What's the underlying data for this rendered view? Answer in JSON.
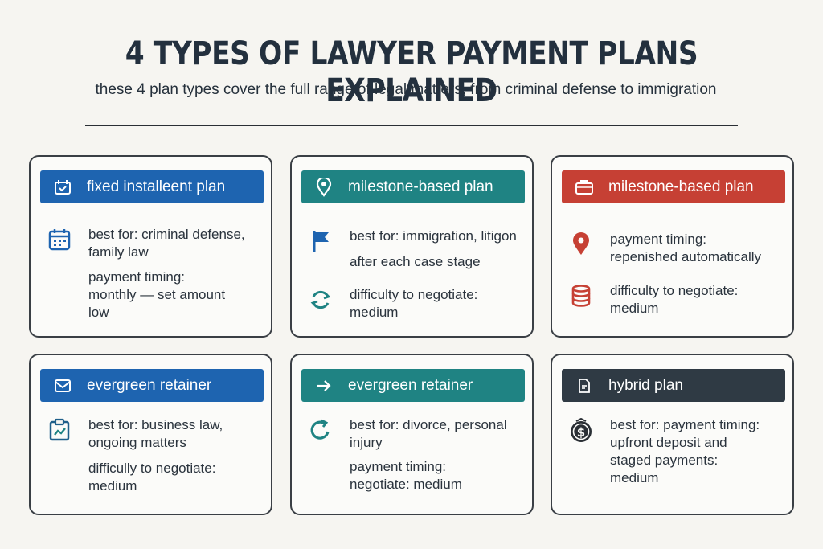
{
  "header": {
    "title": "4 TYPES OF LAWYER PAYMENT PLANS EXPLAINED",
    "subtitle": "these 4 plan types cover the full range of legal matters, from criminal defense to immigration"
  },
  "colors": {
    "blue": "#1e64b0",
    "teal": "#1f8383",
    "red": "#c64034",
    "slate": "#2f3a44"
  },
  "cards": [
    {
      "title": "fixed installeent plan",
      "title_icon": "calendar-check-icon",
      "rows": [
        {
          "icon": "calendar-grid-icon",
          "lines": [
            "best for: criminal defense,",
            "family law"
          ]
        },
        {
          "icon": "",
          "lines": [
            "payment timing:",
            "monthly — set amount",
            "low"
          ]
        }
      ]
    },
    {
      "title": "milestone-based plan",
      "title_icon": "map-pin-icon",
      "rows": [
        {
          "icon": "flag-icon",
          "lines": [
            "best for: immigration, litigon"
          ]
        },
        {
          "icon": "",
          "lines": [
            "after each case stage"
          ]
        },
        {
          "icon": "refresh-icon",
          "lines": [
            "difficulty to negotiate:",
            "medium"
          ]
        }
      ]
    },
    {
      "title": "milestone-based plan",
      "title_icon": "briefcase-icon",
      "rows": [
        {
          "icon": "map-pin-icon",
          "lines": [
            "payment timing:",
            "repenished automatically"
          ]
        },
        {
          "icon": "coin-stack-icon",
          "lines": [
            "difficulty to negotiate:",
            "medium"
          ]
        }
      ]
    },
    {
      "title": "evergreen retainer",
      "title_icon": "envelope-icon",
      "rows": [
        {
          "icon": "clipboard-chart-icon",
          "lines": [
            "best for: business law,",
            "ongoing matters"
          ]
        },
        {
          "icon": "",
          "lines": [
            "difficully to negotiate:",
            "medium"
          ]
        }
      ]
    },
    {
      "title": "evergreen retainer",
      "title_icon": "arrow-right-icon",
      "rows": [
        {
          "icon": "rotate-arrow-icon",
          "lines": [
            "best for: divorce, personal",
            "injury"
          ]
        },
        {
          "icon": "",
          "lines": [
            "payment timing:",
            "negotiate: medium"
          ]
        }
      ]
    },
    {
      "title": "hybrid plan",
      "title_icon": "document-icon",
      "rows": [
        {
          "icon": "dollar-coin-icon",
          "lines": [
            "best for: payment timing:",
            "upfront deposit and",
            "staged payments:",
            "medium"
          ]
        }
      ]
    }
  ]
}
